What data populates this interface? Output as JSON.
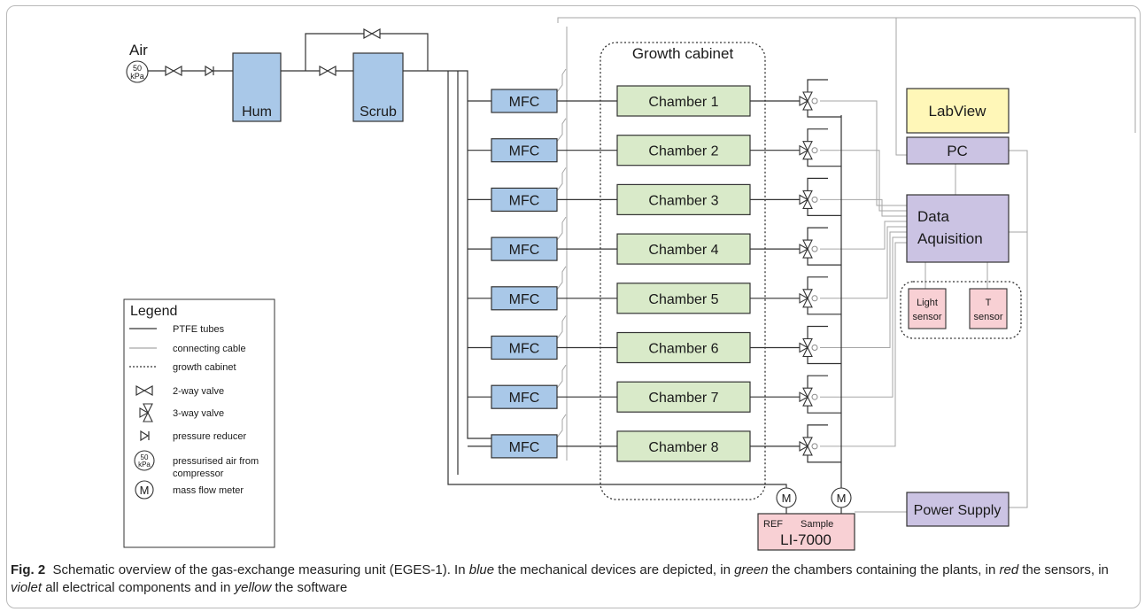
{
  "diagram": {
    "air_label": "Air",
    "gauge": {
      "top": "50",
      "bottom": "kPa"
    },
    "hum_label": "Hum",
    "scrub_label": "Scrub",
    "growth_cabinet_label": "Growth cabinet",
    "mfc_label": "MFC",
    "chambers": [
      "Chamber 1",
      "Chamber 2",
      "Chamber 3",
      "Chamber 4",
      "Chamber 5",
      "Chamber 6",
      "Chamber 7",
      "Chamber 8"
    ],
    "labview_label": "LabView",
    "pc_label": "PC",
    "daq_label_1": "Data",
    "daq_label_2": "Aquisition",
    "light_sensor_1": "Light",
    "light_sensor_2": "sensor",
    "t_sensor_1": "T",
    "t_sensor_2": "sensor",
    "power_supply_label": "Power Supply",
    "li7000_label": "LI-7000",
    "ref_label": "REF",
    "sample_label": "Sample",
    "flow_meter_symbol": "M",
    "colors": {
      "mechanical": "#a9c8e8",
      "chamber": "#d9eac9",
      "sensor": "#f8d0d4",
      "electrical": "#cbc3e3",
      "software": "#fff7b8"
    }
  },
  "legend": {
    "title": "Legend",
    "items": [
      {
        "symbol": "solid-line",
        "label": "PTFE tubes"
      },
      {
        "symbol": "gray-line",
        "label": "connecting cable"
      },
      {
        "symbol": "dotted-line",
        "label": "growth cabinet"
      },
      {
        "symbol": "two-way-valve-icon",
        "label": "2-way valve"
      },
      {
        "symbol": "three-way-valve-icon",
        "label": "3-way valve"
      },
      {
        "symbol": "pressure-reducer-icon",
        "label": "pressure reducer"
      },
      {
        "symbol": "pressure-gauge-icon",
        "label": "pressurised air from",
        "label2": "compressor"
      },
      {
        "symbol": "mass-flow-meter-icon",
        "label": "mass flow meter"
      }
    ]
  },
  "caption": {
    "fig": "Fig. 2",
    "text1": "Schematic overview of the gas-exchange measuring unit (EGES-1). In ",
    "blue": "blue",
    "text2": " the mechanical devices are depicted, in ",
    "green": "green",
    "text3": " the chambers containing the plants, in ",
    "red": "red",
    "text4": " the sensors, in ",
    "violet": "violet",
    "text5": " all electrical components and in ",
    "yellow": "yellow",
    "text6": " the software"
  }
}
